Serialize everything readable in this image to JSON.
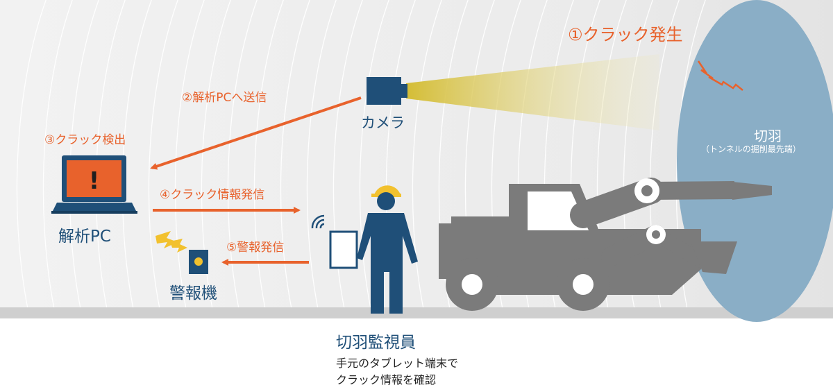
{
  "steps": {
    "step1": "①クラック発生",
    "step2": "②解析PCへ送信",
    "step3": "③クラック検出",
    "step4": "④クラック情報発信",
    "step5": "⑤警報発信"
  },
  "labels": {
    "camera": "カメラ",
    "analysis_pc": "解析PC",
    "alarm": "警報機",
    "face_title": "切羽",
    "face_subtitle": "（トンネルの掘削最先端）",
    "monitor_title": "切羽監視員",
    "monitor_desc_line1": "手元のタブレット端末で",
    "monitor_desc_line2": "クラック情報を確認"
  },
  "screen_symbol": "!",
  "colors": {
    "accent_orange": "#e8622c",
    "navy": "#1f4f78",
    "face_blue": "#8aaec6",
    "machine_gray": "#7b7b7b",
    "helmet_yellow": "#f2c12e",
    "light_beam": "#d8c13c"
  },
  "icons": [
    "camera-icon",
    "pc-icon",
    "alarm-icon",
    "tablet-icon",
    "wifi-icon",
    "worker-icon",
    "excavator-icon",
    "crack-icon",
    "lightning-icon"
  ]
}
